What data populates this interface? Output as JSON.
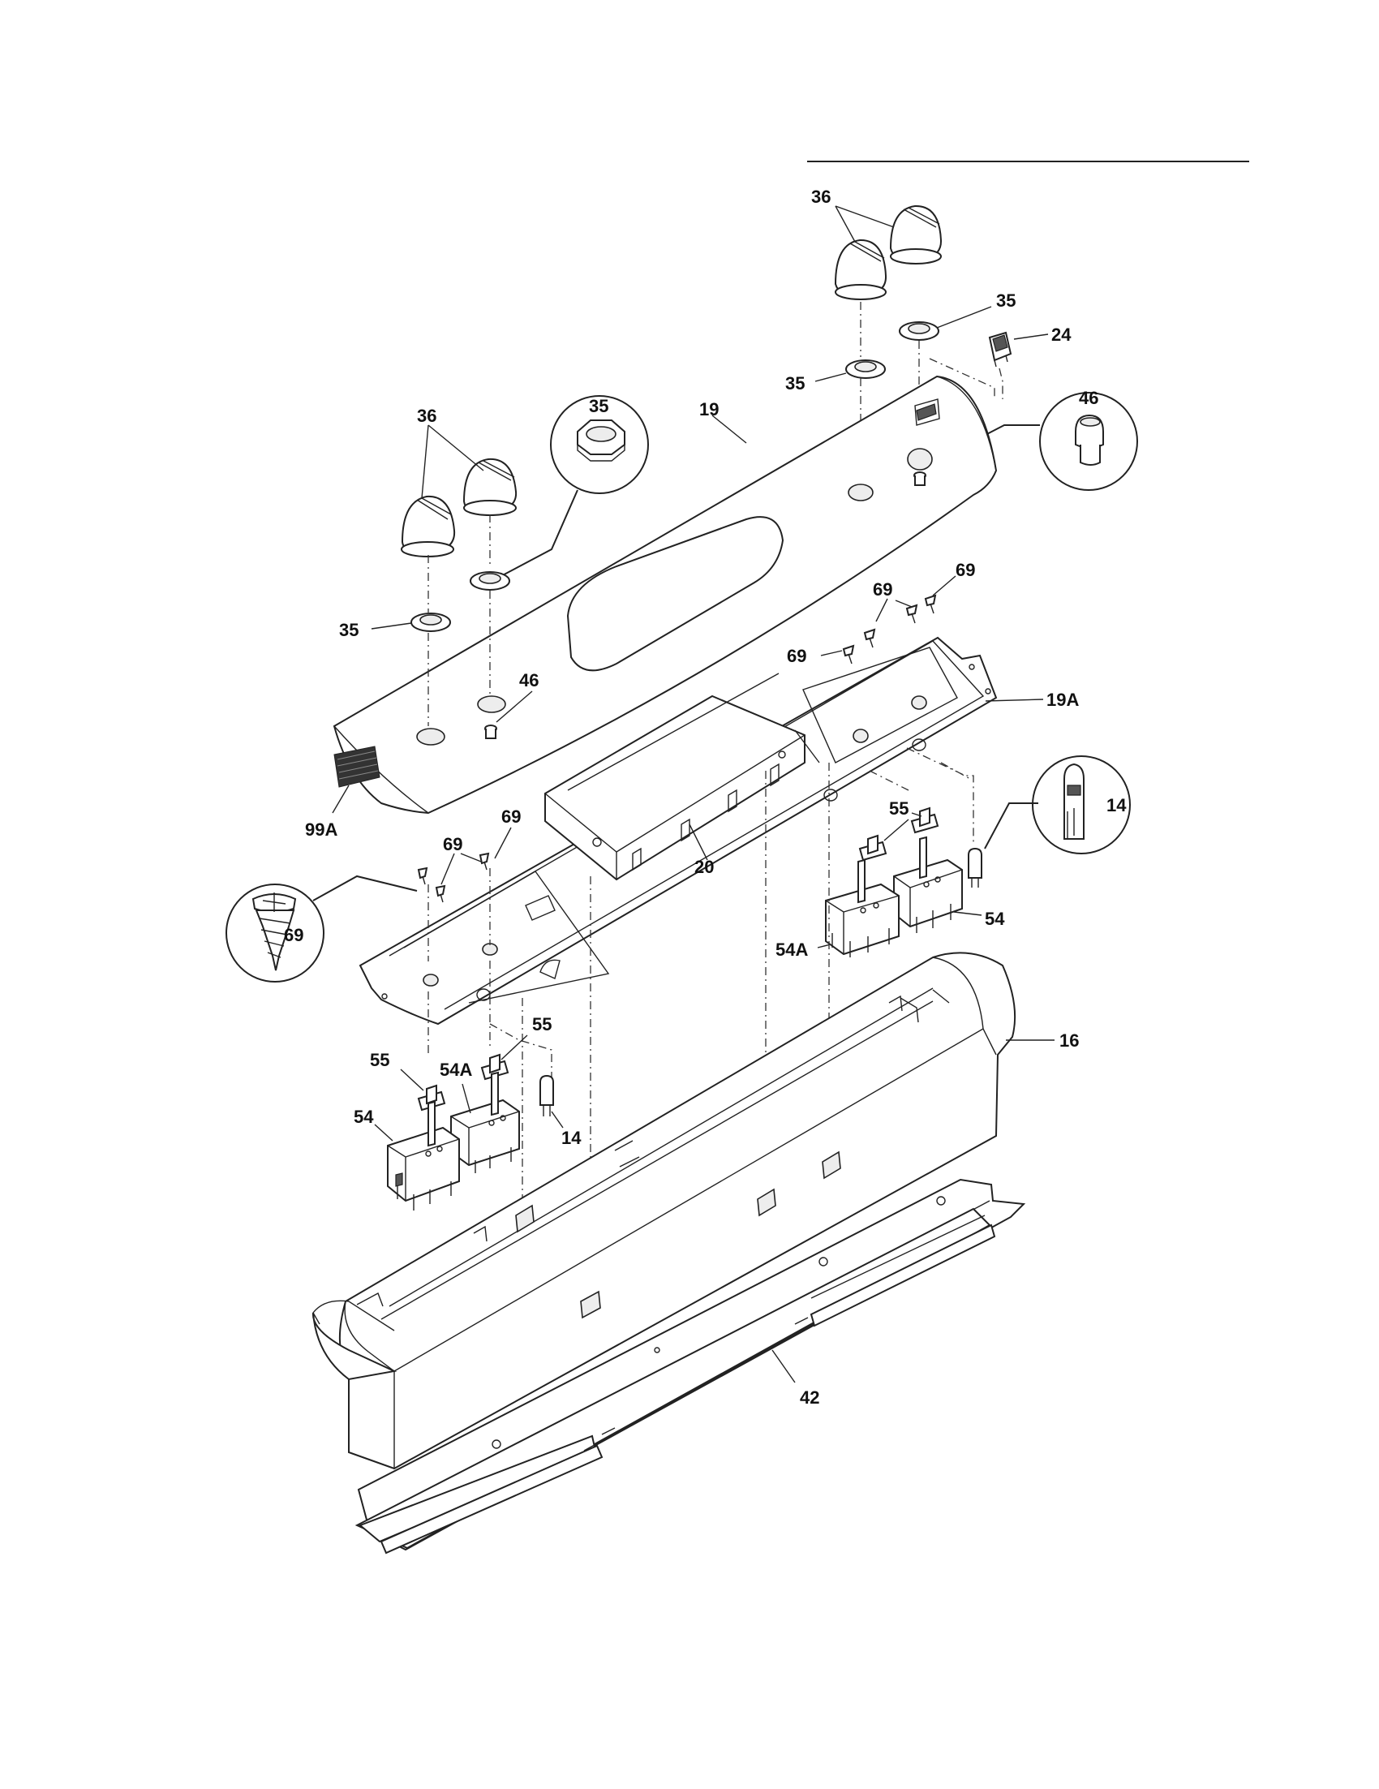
{
  "callouts": {
    "knob_top": "36",
    "knob_left": "36",
    "bezel_top_right": "35",
    "bezel_top_left": "35",
    "switch_rocker": "24",
    "inset_nut": "35",
    "inset_button": "46",
    "console_panel": "19",
    "bezel_left": "35",
    "button_left": "46",
    "screw_a": "69",
    "screw_b": "69",
    "screw_c": "69",
    "mount_plate": "19A",
    "control_board": "20",
    "ribbon": "99A",
    "screw_left_a": "69",
    "screw_left_b": "69",
    "inset_screw": "69",
    "inset_lamp": "14",
    "shaft_adapter_right": "55",
    "switch_right": "54",
    "switch_right_a": "54A",
    "end_cap_frame": "16",
    "shaft_adapter_left_a": "55",
    "shaft_adapter_left_b": "55",
    "switch_left_a": "54A",
    "switch_left": "54",
    "lamp_left": "14",
    "rail": "42"
  }
}
